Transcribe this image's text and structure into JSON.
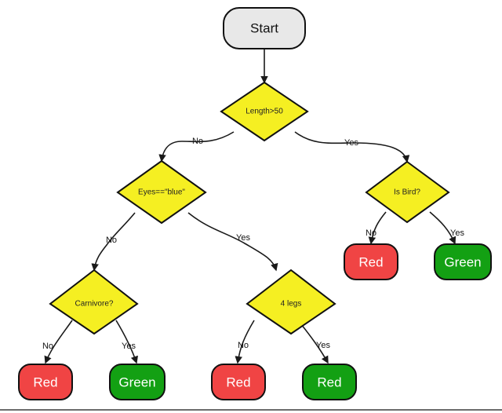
{
  "diagram": {
    "type": "decision-tree-flowchart",
    "background_color": "#ffffff",
    "palette": {
      "start_fill": "#e8e8e8",
      "decision_fill": "#f5ef22",
      "red_leaf_fill": "#f04444",
      "green_leaf_fill": "#13a013",
      "stroke": "#111111",
      "edge": "#1a1a1a",
      "leaf_text": "#ffffff",
      "node_text": "#111111"
    },
    "nodes": {
      "start": {
        "id": "start",
        "label": "Start",
        "shape": "rounded-rect",
        "role": "start",
        "fill": "#e8e8e8"
      },
      "length": {
        "id": "length",
        "label": "Length>50",
        "shape": "diamond",
        "role": "decision",
        "fill": "#f5ef22"
      },
      "eyes": {
        "id": "eyes",
        "label": "Eyes==\"blue\"",
        "shape": "diamond",
        "role": "decision",
        "fill": "#f5ef22"
      },
      "isbird": {
        "id": "isbird",
        "label": "Is Bird?",
        "shape": "diamond",
        "role": "decision",
        "fill": "#f5ef22"
      },
      "carnivore": {
        "id": "carnivore",
        "label": "Carnivore?",
        "shape": "diamond",
        "role": "decision",
        "fill": "#f5ef22"
      },
      "fourlegs": {
        "id": "fourlegs",
        "label": "4 legs",
        "shape": "diamond",
        "role": "decision",
        "fill": "#f5ef22"
      },
      "leaf_carnivore_no": {
        "id": "leaf_carnivore_no",
        "label": "Red",
        "shape": "rounded-rect",
        "role": "leaf",
        "fill": "#f04444"
      },
      "leaf_carnivore_yes": {
        "id": "leaf_carnivore_yes",
        "label": "Green",
        "shape": "rounded-rect",
        "role": "leaf",
        "fill": "#13a013"
      },
      "leaf_fourlegs_no": {
        "id": "leaf_fourlegs_no",
        "label": "Red",
        "shape": "rounded-rect",
        "role": "leaf",
        "fill": "#f04444"
      },
      "leaf_fourlegs_yes": {
        "id": "leaf_fourlegs_yes",
        "label": "Red",
        "shape": "rounded-rect",
        "role": "leaf",
        "fill": "#13a013"
      },
      "leaf_isbird_no": {
        "id": "leaf_isbird_no",
        "label": "Red",
        "shape": "rounded-rect",
        "role": "leaf",
        "fill": "#f04444"
      },
      "leaf_isbird_yes": {
        "id": "leaf_isbird_yes",
        "label": "Green",
        "shape": "rounded-rect",
        "role": "leaf",
        "fill": "#13a013"
      }
    },
    "edges": [
      {
        "from": "start",
        "to": "length",
        "label": ""
      },
      {
        "from": "length",
        "to": "eyes",
        "label": "No"
      },
      {
        "from": "length",
        "to": "isbird",
        "label": "Yes"
      },
      {
        "from": "eyes",
        "to": "carnivore",
        "label": "No"
      },
      {
        "from": "eyes",
        "to": "fourlegs",
        "label": "Yes"
      },
      {
        "from": "isbird",
        "to": "leaf_isbird_no",
        "label": "No"
      },
      {
        "from": "isbird",
        "to": "leaf_isbird_yes",
        "label": "Yes"
      },
      {
        "from": "carnivore",
        "to": "leaf_carnivore_no",
        "label": "No"
      },
      {
        "from": "carnivore",
        "to": "leaf_carnivore_yes",
        "label": "Yes"
      },
      {
        "from": "fourlegs",
        "to": "leaf_fourlegs_no",
        "label": "No"
      },
      {
        "from": "fourlegs",
        "to": "leaf_fourlegs_yes",
        "label": "Yes"
      }
    ],
    "edge_labels": {
      "length_no": "No",
      "length_yes": "Yes",
      "eyes_no": "No",
      "eyes_yes": "Yes",
      "isbird_no": "No",
      "isbird_yes": "Yes",
      "carnivore_no": "No",
      "carnivore_yes": "Yes",
      "fourlegs_no": "No",
      "fourlegs_yes": "Yes"
    }
  }
}
